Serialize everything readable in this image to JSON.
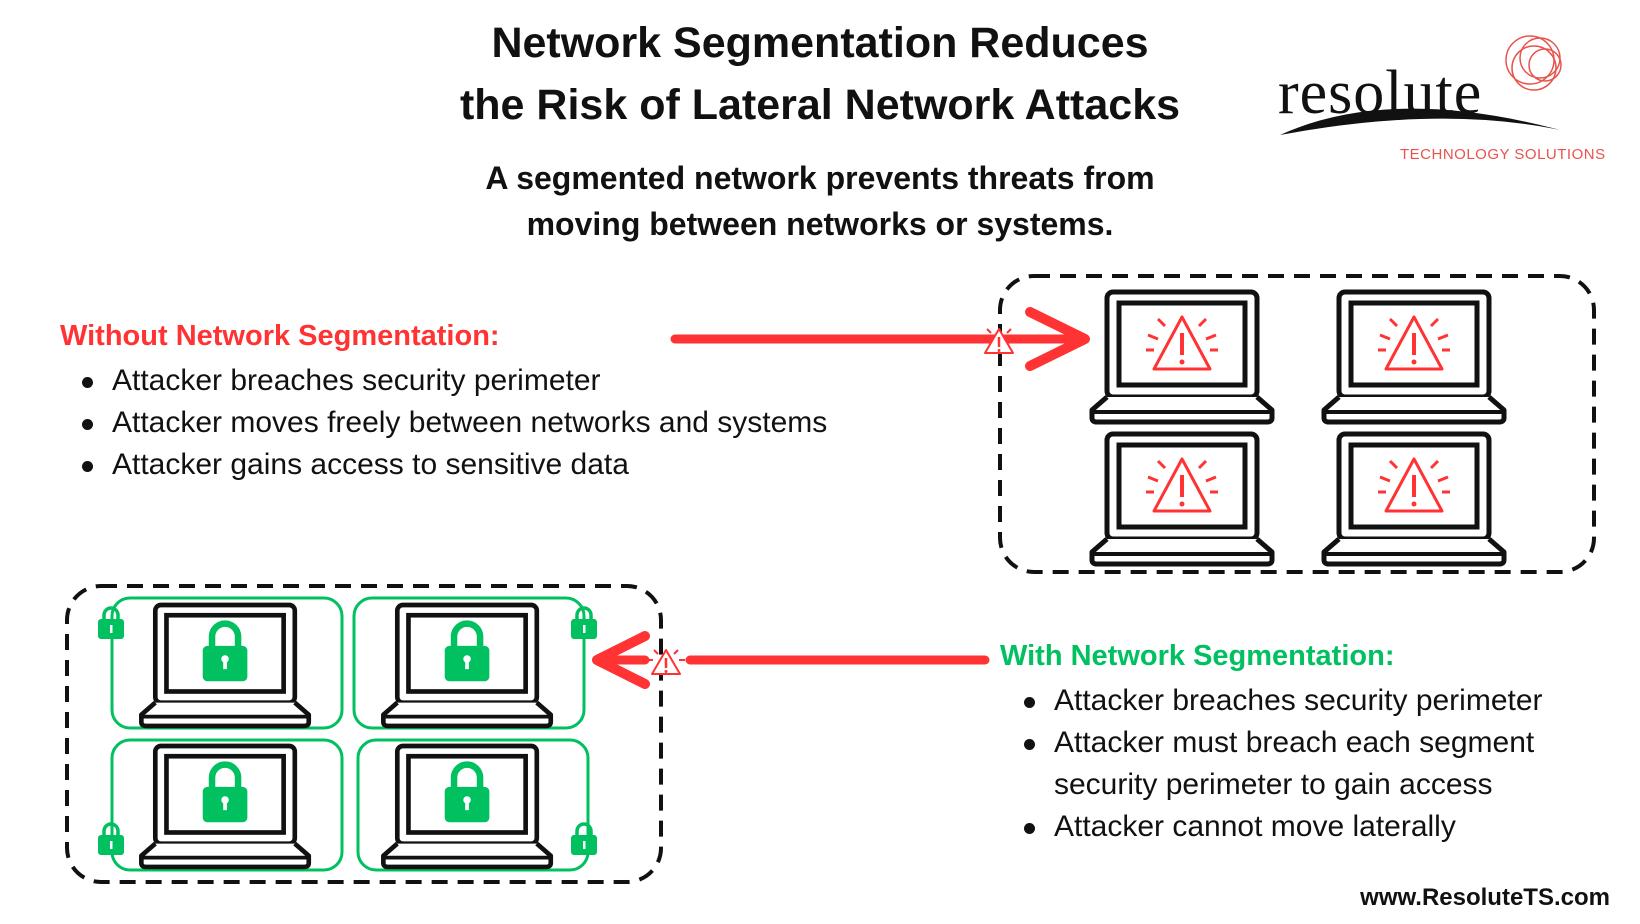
{
  "title": {
    "line1": "Network Segmentation Reduces",
    "line2": "the Risk of Lateral Network Attacks"
  },
  "subtitle": {
    "line1": "A segmented network prevents threats from",
    "line2": "moving between networks or systems."
  },
  "logo": {
    "wordmark": "resolute",
    "tagline": "TECHNOLOGY SOLUTIONS",
    "accent_color": "#e8534c"
  },
  "without_segmentation": {
    "heading": "Without Network Segmentation:",
    "color": "#ff3333",
    "items": [
      "Attacker breaches security perimeter",
      "Attacker moves freely between networks and systems",
      "Attacker gains access to sensitive data"
    ],
    "laptop_screen_icon": "warning-triangle-icon",
    "laptop_count": 4
  },
  "with_segmentation": {
    "heading": "With Network Segmentation:",
    "color": "#00c060",
    "items": [
      "Attacker breaches security perimeter",
      "Attacker must breach each segment security perimeter to gain access",
      "Attacker cannot move laterally"
    ],
    "laptop_screen_icon": "padlock-icon",
    "laptop_count": 4
  },
  "footer": {
    "url": "www.ResoluteTS.com"
  },
  "colors": {
    "threat": "#ff3333",
    "secure": "#00c060",
    "outline": "#111111"
  }
}
